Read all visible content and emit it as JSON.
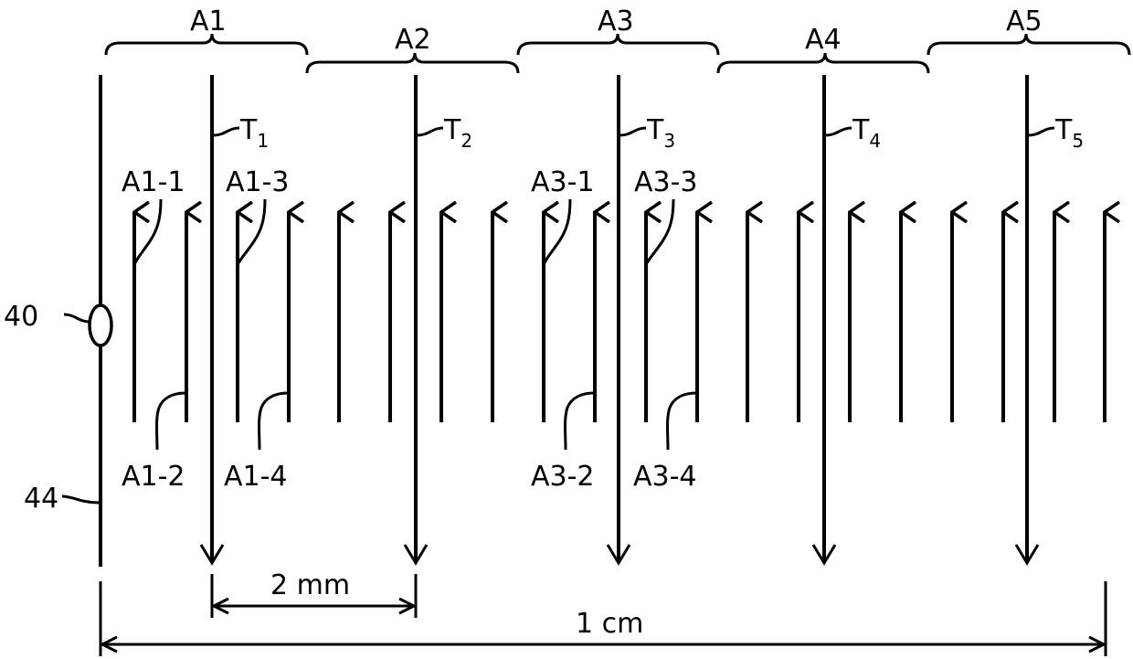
{
  "groups": [
    {
      "label": "A1",
      "tx_label": "T",
      "tx_sub": "1"
    },
    {
      "label": "A2",
      "tx_label": "T",
      "tx_sub": "2"
    },
    {
      "label": "A3",
      "tx_label": "T",
      "tx_sub": "3"
    },
    {
      "label": "A4",
      "tx_label": "T",
      "tx_sub": "4"
    },
    {
      "label": "A5",
      "tx_label": "T",
      "tx_sub": "5"
    }
  ],
  "element_labels": {
    "a1_1": "A1-1",
    "a1_2": "A1-2",
    "a1_3": "A1-3",
    "a1_4": "A1-4",
    "a3_1": "A3-1",
    "a3_2": "A3-2",
    "a3_3": "A3-3",
    "a3_4": "A3-4"
  },
  "refs": {
    "electrode": "40",
    "lead": "44"
  },
  "dimensions": {
    "spacing": "2 mm",
    "total": "1 cm"
  }
}
